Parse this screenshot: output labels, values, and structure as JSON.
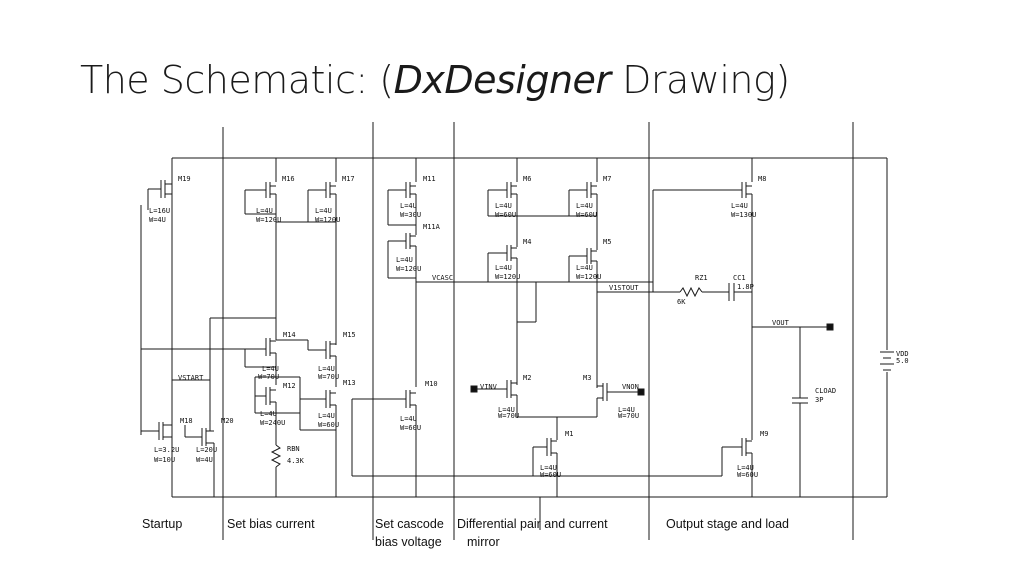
{
  "title": {
    "prefix": "The Schematic: (",
    "italic": "DxDesigner",
    "suffix": " Drawing)"
  },
  "sections": [
    {
      "label": "Startup"
    },
    {
      "label": "Set bias current"
    },
    {
      "label_line1": "Set cascode",
      "label_line2": "bias voltage"
    },
    {
      "label_line1": "Differential pair and current",
      "label_line2": "mirror"
    },
    {
      "label": "Output stage and load"
    }
  ],
  "components": {
    "m19": {
      "name": "M19",
      "l": "L=16U",
      "w": "W=4U"
    },
    "m16": {
      "name": "M16",
      "l": "L=4U",
      "w": "W=120U"
    },
    "m17": {
      "name": "M17",
      "l": "L=4U",
      "w": "W=120U"
    },
    "m14": {
      "name": "M14",
      "l": "L=4U",
      "w": "W=70U"
    },
    "m15": {
      "name": "M15",
      "l": "L=4U",
      "w": "W=70U"
    },
    "m12": {
      "name": "M12",
      "l": "L=4U",
      "w": "W=240U"
    },
    "m13": {
      "name": "M13",
      "l": "L=4U",
      "w": "W=60U"
    },
    "m18": {
      "name": "M18",
      "l": "L=3.2U",
      "w": "W=10U"
    },
    "m20": {
      "name": "M20",
      "l": "L=20U",
      "w": "W=4U"
    },
    "rbn": {
      "name": "RBN",
      "value": "4.3K"
    },
    "vstart": {
      "name": "VSTART"
    },
    "m11": {
      "name": "M11"
    },
    "m11a": {
      "name": "M11A",
      "l": "L=4U",
      "w": "W=30U"
    },
    "m11a_size": {
      "l": "L=4U",
      "w": "W=120U"
    },
    "m10": {
      "name": "M10",
      "l": "L=4U",
      "w": "W=60U"
    },
    "vcasc": {
      "name": "VCASC"
    },
    "m6": {
      "name": "M6",
      "l": "L=4U",
      "w": "W=60U"
    },
    "m7": {
      "name": "M7",
      "l": "L=4U",
      "w": "W=60U"
    },
    "m4": {
      "name": "M4",
      "l": "L=4U",
      "w": "W=120U"
    },
    "m5": {
      "name": "M5",
      "l": "L=4U",
      "w": "W=120U"
    },
    "m2": {
      "name": "M2",
      "l": "L=4U",
      "w": "W=70U"
    },
    "m3": {
      "name": "M3",
      "l": "L=4U",
      "w": "W=70U"
    },
    "m1": {
      "name": "M1",
      "l": "L=4U",
      "w": "W=60U"
    },
    "vinv": {
      "name": "VINV"
    },
    "vnon": {
      "name": "VNON"
    },
    "v1stout": {
      "name": "V1STOUT"
    },
    "m8": {
      "name": "M8",
      "l": "L=4U",
      "w": "W=130U"
    },
    "m9": {
      "name": "M9",
      "l": "L=4U",
      "w": "W=60U"
    },
    "rz1": {
      "name": "RZ1",
      "value": "6K"
    },
    "cc1": {
      "name": "CC1",
      "value": "1.8P"
    },
    "vout": {
      "name": "VOUT"
    },
    "cload": {
      "name": "CLOAD",
      "value": "3P"
    },
    "vdd": {
      "name": "VDD",
      "value": "5.0"
    }
  },
  "colors": {
    "text": "#111111",
    "line": "#1a1a1a"
  }
}
